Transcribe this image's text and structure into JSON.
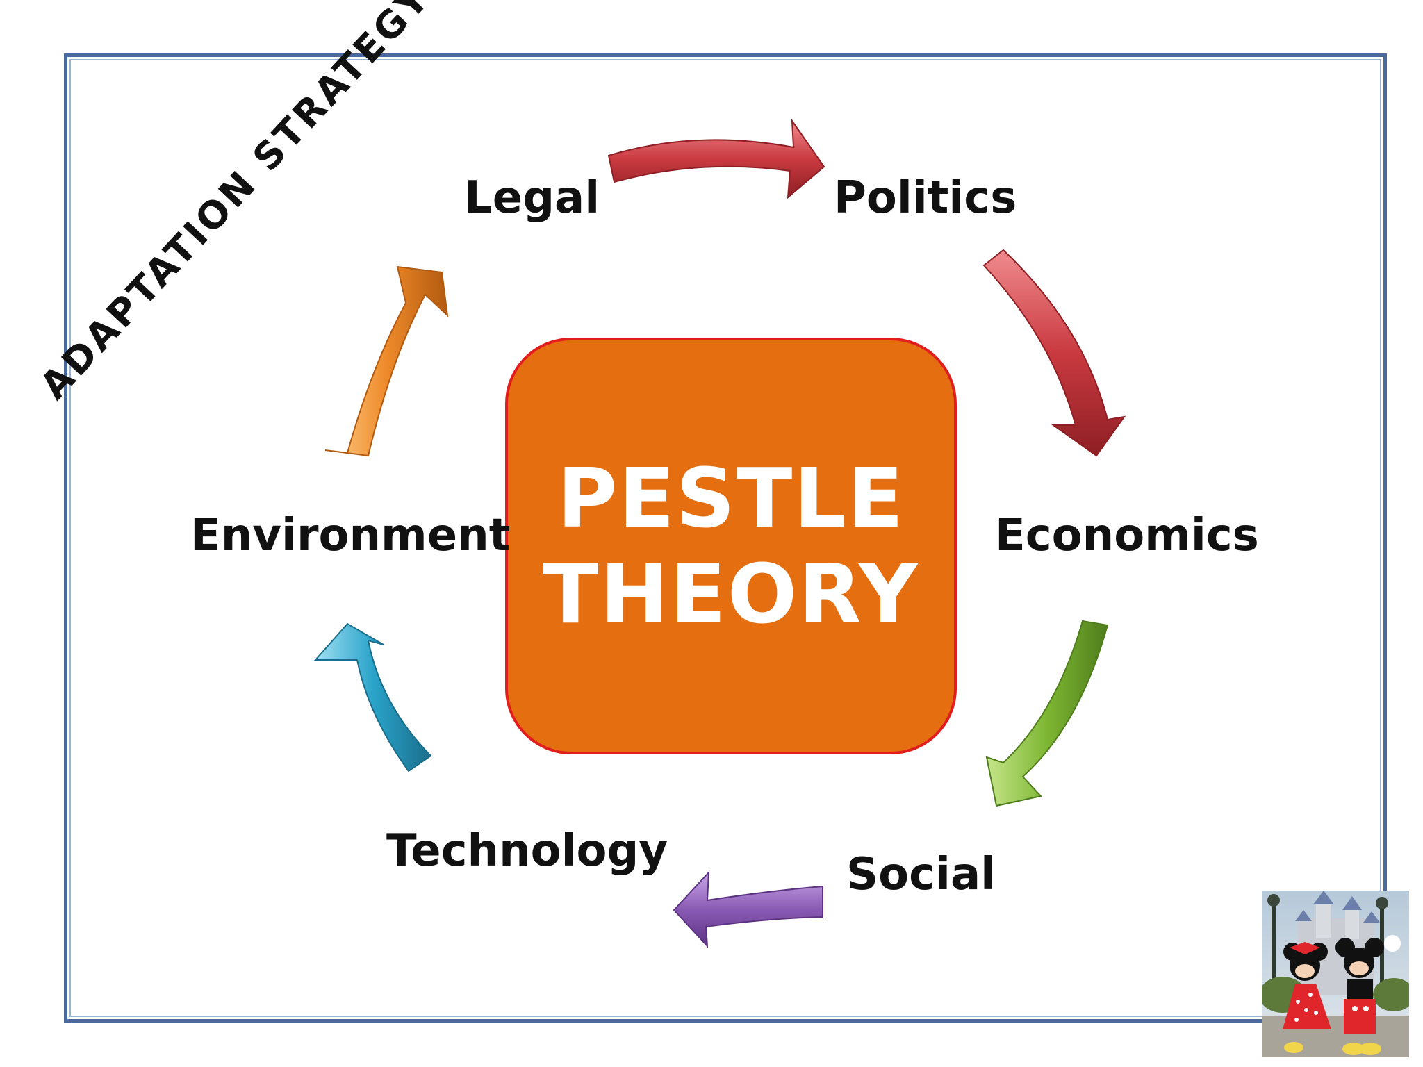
{
  "banner_text": "ADAPTATION STRATEGY",
  "center": {
    "line1": "PESTLE",
    "line2": "THEORY",
    "fill_color": "#e56f10",
    "border_color": "#e21d1d"
  },
  "factors": [
    {
      "label": "Legal"
    },
    {
      "label": "Politics"
    },
    {
      "label": "Economics"
    },
    {
      "label": "Social"
    },
    {
      "label": "Technology"
    },
    {
      "label": "Environment"
    }
  ],
  "arrows": [
    {
      "from": "Legal",
      "to": "Politics",
      "color": "#c93a40"
    },
    {
      "from": "Politics",
      "to": "Economics",
      "color": "#c93a40"
    },
    {
      "from": "Economics",
      "to": "Social",
      "color": "#7db632"
    },
    {
      "from": "Social",
      "to": "Technology",
      "color": "#8a5ab4"
    },
    {
      "from": "Technology",
      "to": "Environment",
      "color": "#2aa3c9"
    },
    {
      "from": "Environment",
      "to": "Legal",
      "color": "#ee8a2a"
    }
  ],
  "photo": {
    "subject": "cartoon-characters-photo"
  }
}
